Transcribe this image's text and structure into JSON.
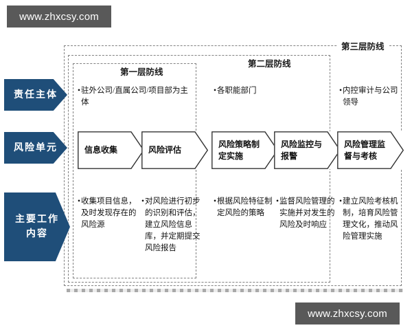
{
  "watermarks": {
    "top": "www.zhxcsy.com",
    "bottom": "www.zhxcsy.com"
  },
  "defense_layers": [
    {
      "id": "layer1",
      "title": "第一层防线"
    },
    {
      "id": "layer2",
      "title": "第二层防线"
    },
    {
      "id": "layer3",
      "title": "第三层防线"
    }
  ],
  "row_labels": [
    {
      "id": "subject",
      "text": "责任主体"
    },
    {
      "id": "unit",
      "text": "风险单元"
    },
    {
      "id": "work",
      "line1": "主要工作",
      "line2": "内容"
    }
  ],
  "responsible_subjects": [
    {
      "bullet": "•",
      "text": "驻外公司/直属公司/项目部为主体"
    },
    {
      "bullet": "•",
      "text": "各职能部门"
    },
    {
      "bullet": "•",
      "text": "内控审计与公司领导"
    }
  ],
  "process_steps": [
    {
      "label": "信息收集"
    },
    {
      "label": "风险评估"
    },
    {
      "label": "风险策略制定实施"
    },
    {
      "label": "风险监控与报警"
    },
    {
      "label": "风险管理监督与考核"
    }
  ],
  "work_contents": [
    {
      "bullet": "•",
      "text": "收集项目信息，及时发现存在的风险源"
    },
    {
      "bullet": "•",
      "text": "对风险进行初步的识别和评估，建立风险信息库，并定期提交风险报告"
    },
    {
      "bullet": "•",
      "text": "根据风险特征制定风险的策略"
    },
    {
      "bullet": "•",
      "text": "监督风险管理的实施并对发生的风险及时响应"
    },
    {
      "bullet": "•",
      "text": "建立风险考核机制，培育风险管理文化，推动风险管理实施"
    }
  ],
  "colors": {
    "accent_blue": "#1F4E79",
    "watermark_gray": "#595959",
    "dash_gray": "#808080",
    "text_dark": "#111111"
  }
}
